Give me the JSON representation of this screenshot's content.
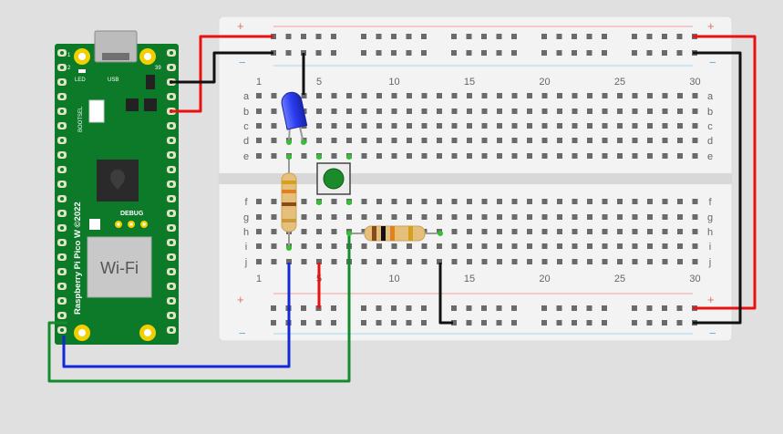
{
  "breadboard": {
    "column_labels": [
      "1",
      "5",
      "10",
      "15",
      "20",
      "25",
      "30"
    ],
    "row_labels_top": [
      "a",
      "b",
      "c",
      "d",
      "e"
    ],
    "row_labels_bottom": [
      "f",
      "g",
      "h",
      "i",
      "j"
    ],
    "plus": "+",
    "minus": "−"
  },
  "pico": {
    "name": "Raspberry Pi Pico W ©2022",
    "usb": "USB",
    "led": "LED",
    "bootsel": "BOOTSEL",
    "debug": "DEBUG",
    "wifi": "Wi-Fi",
    "pin1": "1",
    "pin2": "2",
    "pin39": "39"
  },
  "colors": {
    "wire_red": "#e81010",
    "wire_black": "#111111",
    "wire_blue": "#1428d8",
    "wire_green": "#148c2c",
    "pico_board": "#0c7a28",
    "led_blue": "#2a3cf0",
    "button_cap": "#1a8a2a"
  }
}
